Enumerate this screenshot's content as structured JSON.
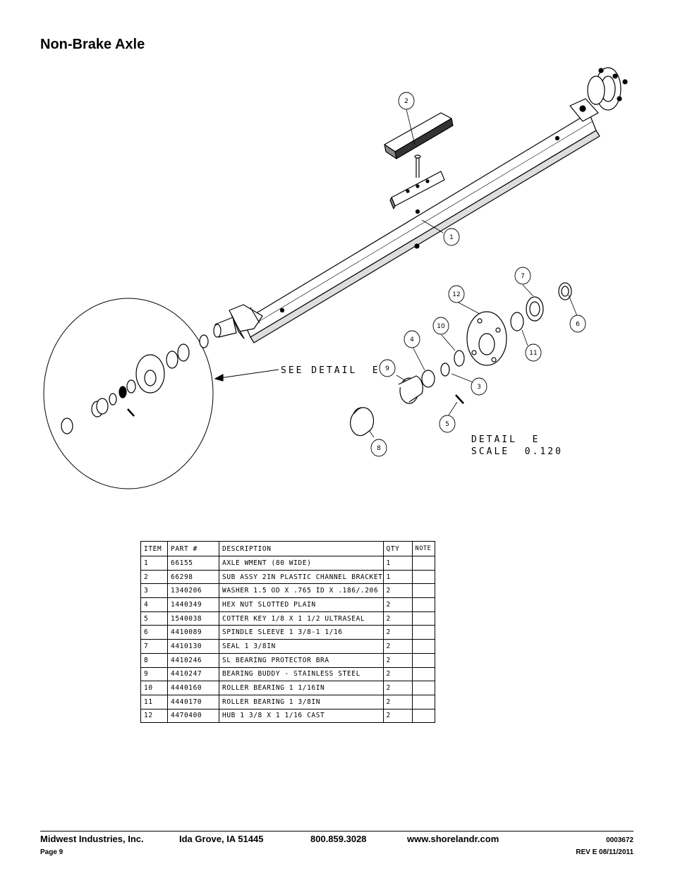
{
  "page": {
    "title": "Non-Brake Axle"
  },
  "drawing": {
    "callout": "SEE DETAIL  E",
    "detail_label": "DETAIL  E",
    "detail_scale": "SCALE  0.120",
    "balloons": [
      "1",
      "2",
      "3",
      "4",
      "5",
      "6",
      "7",
      "8",
      "9",
      "10",
      "11",
      "12"
    ]
  },
  "table": {
    "headers": [
      "ITEM",
      "PART #",
      "DESCRIPTION",
      "QTY",
      "NOTE"
    ],
    "rows": [
      [
        "1",
        "66155",
        "AXLE WMENT (80 WIDE)",
        "1",
        ""
      ],
      [
        "2",
        "66298",
        "SUB ASSY 2IN PLASTIC CHANNEL BRACKET",
        "1",
        ""
      ],
      [
        "3",
        "1340206",
        "WASHER 1.5 OD X .765 ID X .186/.206",
        "2",
        ""
      ],
      [
        "4",
        "1440349",
        "HEX NUT SLOTTED PLAIN",
        "2",
        ""
      ],
      [
        "5",
        "1540038",
        "COTTER KEY 1/8 X 1 1/2 ULTRASEAL",
        "2",
        ""
      ],
      [
        "6",
        "4410089",
        "SPINDLE SLEEVE  1 3/8-1 1/16",
        "2",
        ""
      ],
      [
        "7",
        "4410130",
        "SEAL  1 3/8IN",
        "2",
        ""
      ],
      [
        "8",
        "4410246",
        "SL BEARING PROTECTOR BRA",
        "2",
        ""
      ],
      [
        "9",
        "4410247",
        "BEARING BUDDY - STAINLESS STEEL",
        "2",
        ""
      ],
      [
        "10",
        "4440160",
        "ROLLER BEARING   1 1/16IN",
        "2",
        ""
      ],
      [
        "11",
        "4440170",
        "ROLLER BEARING   1 3/8IN",
        "2",
        ""
      ],
      [
        "12",
        "4470400",
        "HUB   1 3/8 X 1 1/16 CAST",
        "2",
        ""
      ]
    ]
  },
  "footer": {
    "company": "Midwest Industries, Inc.",
    "location": "Ida Grove, IA  51445",
    "phone": "800.859.3028",
    "website": "www.shorelandr.com",
    "doc_number": "0003672",
    "page": "Page 9",
    "revision": "REV E  08/11/2011"
  }
}
